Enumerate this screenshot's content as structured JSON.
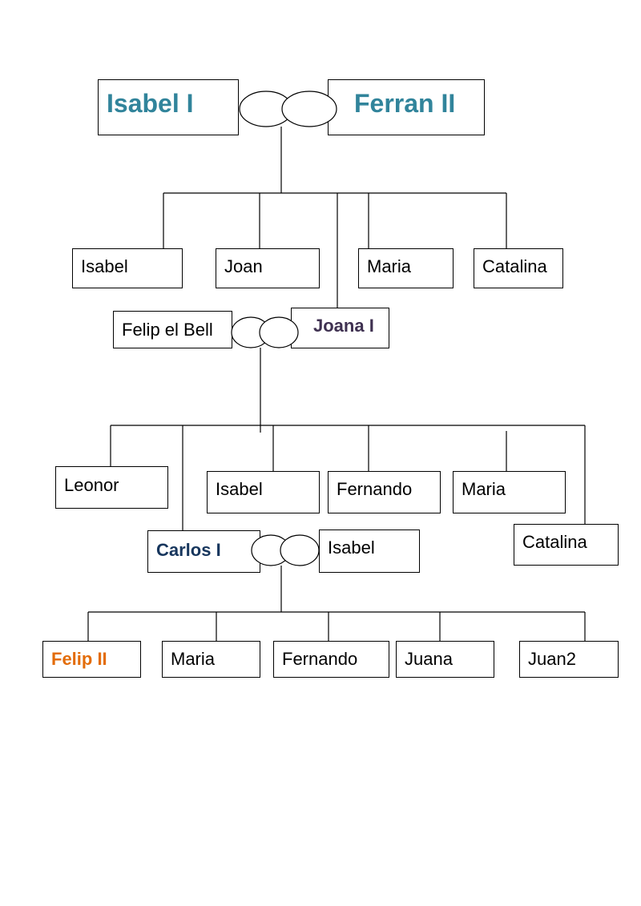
{
  "colors": {
    "teal": "#31849b",
    "purple": "#3f3151",
    "navy": "#17365d",
    "orange": "#e36c09",
    "line": "#000000"
  },
  "generation1": {
    "mother": "Isabel I",
    "father": "Ferran II"
  },
  "generation2": {
    "children": [
      "Isabel",
      "Joan",
      "Maria",
      "Catalina"
    ],
    "spouse": "Felip el Bell",
    "heir": "Joana I"
  },
  "generation3": {
    "children": [
      "Leonor",
      "Isabel",
      "Fernando",
      "Maria",
      "Catalina"
    ],
    "heir": "Carlos I",
    "spouse": "Isabel"
  },
  "generation4": {
    "heir": "Felip II",
    "children": [
      "Maria",
      "Fernando",
      "Juana",
      "Juan2"
    ]
  }
}
